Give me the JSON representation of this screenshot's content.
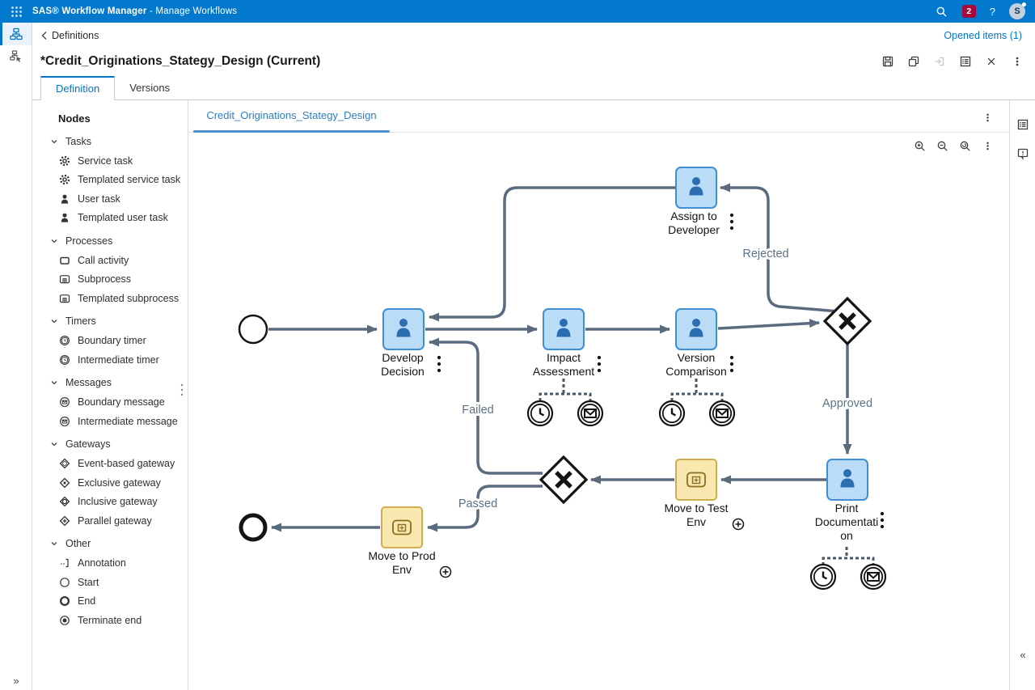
{
  "app_bar": {
    "product": "SAS® Workflow Manager",
    "subtitle": "- Manage Workflows",
    "notification_count": "2",
    "help_label": "?",
    "avatar_initial": "S"
  },
  "nav": {
    "back_label": "Definitions",
    "opened_items_label": "Opened items (1)"
  },
  "header": {
    "title": "*Credit_Originations_Stategy_Design (Current)"
  },
  "tabs": {
    "definition": "Definition",
    "versions": "Versions"
  },
  "nodes_panel": {
    "title": "Nodes",
    "groups": [
      {
        "label": "Tasks",
        "items": [
          {
            "label": "Service task"
          },
          {
            "label": "Templated service task"
          },
          {
            "label": "User task"
          },
          {
            "label": "Templated user task"
          }
        ]
      },
      {
        "label": "Processes",
        "items": [
          {
            "label": "Call activity"
          },
          {
            "label": "Subprocess"
          },
          {
            "label": "Templated subprocess"
          }
        ]
      },
      {
        "label": "Timers",
        "items": [
          {
            "label": "Boundary timer"
          },
          {
            "label": "Intermediate timer"
          }
        ]
      },
      {
        "label": "Messages",
        "items": [
          {
            "label": "Boundary message"
          },
          {
            "label": "Intermediate message"
          }
        ]
      },
      {
        "label": "Gateways",
        "items": [
          {
            "label": "Event-based gateway"
          },
          {
            "label": "Exclusive gateway"
          },
          {
            "label": "Inclusive gateway"
          },
          {
            "label": "Parallel gateway"
          }
        ]
      },
      {
        "label": "Other",
        "items": [
          {
            "label": "Annotation"
          },
          {
            "label": "Start"
          },
          {
            "label": "End"
          },
          {
            "label": "Terminate end"
          }
        ]
      }
    ]
  },
  "canvas": {
    "tab_label": "Credit_Originations_Stategy_Design"
  },
  "diagram": {
    "nodes": {
      "assign": {
        "lines": [
          "Assign to",
          "Developer"
        ]
      },
      "develop": {
        "lines": [
          "Develop",
          "Decision"
        ]
      },
      "impact": {
        "lines": [
          "Impact",
          "Assessment"
        ]
      },
      "version": {
        "lines": [
          "Version",
          "Comparison"
        ]
      },
      "print": {
        "lines": [
          "Print",
          "Documentati",
          "on"
        ]
      },
      "test": {
        "lines": [
          "Move to Test",
          "Env"
        ]
      },
      "prod": {
        "lines": [
          "Move to Prod",
          "Env"
        ]
      }
    },
    "edge_labels": {
      "rejected": "Rejected",
      "approved": "Approved",
      "failed": "Failed",
      "passed": "Passed"
    }
  },
  "rails": {
    "expand_glyph": "»",
    "collapse_glyph": "«"
  },
  "colors": {
    "app_bar": "#0379cd",
    "accent": "#0076c8",
    "notification_badge": "#a6093d",
    "task_fill": "#badcf7",
    "task_border": "#3f8fd2",
    "subprocess_fill": "#f8e7af",
    "subprocess_border": "#d2ad4f",
    "edge": "#5a6b7e",
    "edge_label": "#5d7286"
  }
}
